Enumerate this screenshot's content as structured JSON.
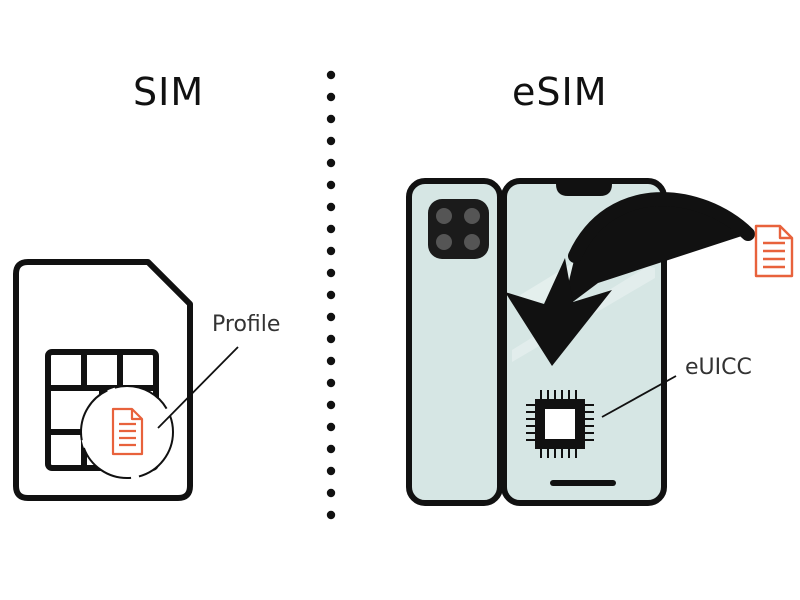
{
  "sim": {
    "title": "SIM",
    "profile_label": "Profile"
  },
  "esim": {
    "title": "eSIM",
    "chip_label": "eUICC"
  },
  "colors": {
    "outline": "#111111",
    "phone_fill": "#d6e6e4",
    "profile_icon": "#e8623c",
    "background": "#ffffff"
  },
  "icons": {
    "sim_card": "sim-card-icon",
    "profile_document": "document-icon",
    "phone": "smartphone-icon",
    "arrow": "curved-arrow-icon",
    "chip": "chip-icon"
  }
}
